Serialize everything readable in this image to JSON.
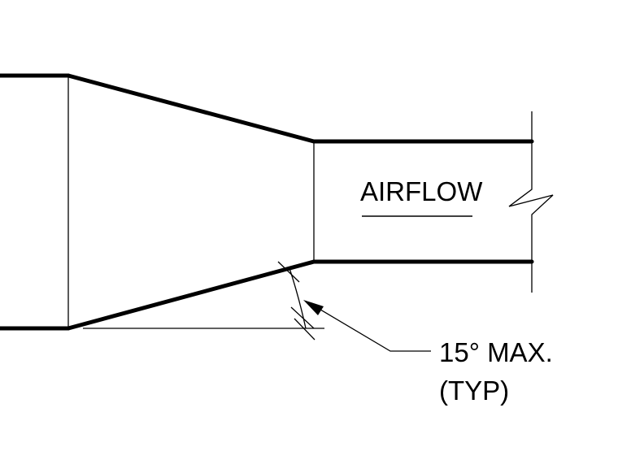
{
  "labels": {
    "flow": "AIRFLOW",
    "angle_line1": "15° MAX.",
    "angle_line2": "(TYP)"
  },
  "colors": {
    "line": "#000000",
    "background": "#ffffff"
  }
}
